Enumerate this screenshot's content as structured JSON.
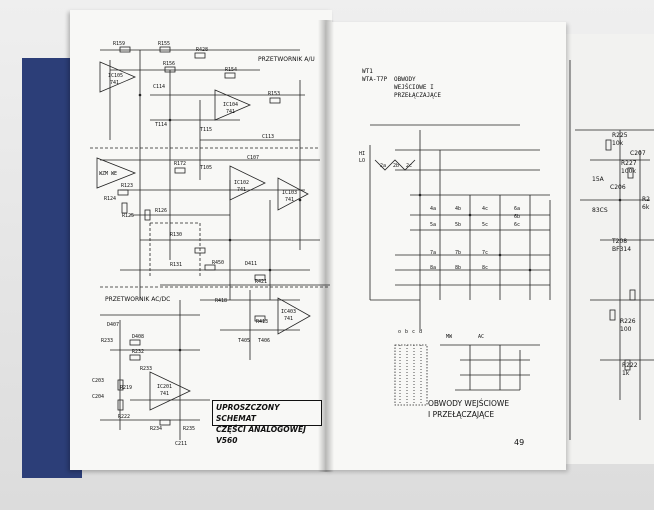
{
  "left_page": {
    "schematic_title_line1": "UPROSZCZONY SCHEMAT",
    "schematic_title_line2": "CZĘŚCI ANALOGOWEJ V560",
    "section_labels": [
      "PRZETWORNIK A/U",
      "PRZETWORNIK AC/DC"
    ],
    "component_labels": [
      "R159",
      "R155",
      "R428",
      "R156",
      "R154",
      "IC105",
      "741",
      "C114",
      "IC104",
      "741",
      "R153",
      "T114",
      "T115",
      "C113",
      "WZM WE",
      "R172",
      "T105",
      "IC102",
      "741",
      "IC103",
      "741",
      "R123",
      "C107",
      "R124",
      "R125",
      "R126",
      "R130",
      "R131",
      "R450",
      "D411",
      "R421",
      "R418",
      "R413",
      "IC403",
      "741",
      "D407",
      "D408",
      "R233",
      "R232",
      "R233",
      "C203",
      "R219",
      "R222",
      "IC201",
      "741",
      "R234",
      "R235",
      "C204",
      "T405",
      "T406",
      "C211"
    ]
  },
  "right_page": {
    "heading_line1": "WT1",
    "heading_line2": "WTA-T7P",
    "heading_line3": "OBWODY WEJŚCIOWE I PRZEŁĄCZAJĄCE",
    "caption_line1": "OBWODY WEJŚCIOWE",
    "caption_line2": "I PRZEŁĄCZAJĄCE",
    "page_number": "49",
    "switch_labels": [
      "2a",
      "2b",
      "2c",
      "4a",
      "4b",
      "4c",
      "5a",
      "5b",
      "5c",
      "6a",
      "6b",
      "6c",
      "7a",
      "7b",
      "7c",
      "8a",
      "8b",
      "8c"
    ],
    "column_labels": [
      "o",
      "b",
      "c",
      "d"
    ],
    "misc_labels": [
      "MW",
      "AC",
      "HI",
      "LO"
    ]
  },
  "back_page": {
    "component_labels": [
      "R225",
      "10k",
      "C207",
      "R227",
      "100k",
      "C206",
      "T208",
      "BF314",
      "R226",
      "100",
      "R222",
      "1k",
      "15A",
      "83CS",
      "R2",
      "6k"
    ]
  }
}
